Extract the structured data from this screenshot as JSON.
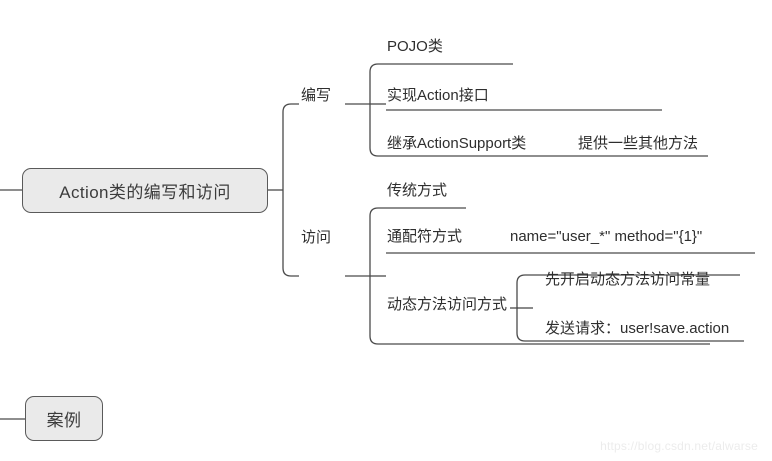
{
  "diagram": {
    "type": "mind-map",
    "root": {
      "label": "Action类的编写和访问"
    },
    "secondary_node": {
      "label": "案例"
    },
    "branches": [
      {
        "label": "编写",
        "children": [
          {
            "label": "POJO类",
            "annotation": ""
          },
          {
            "label": "实现Action接口",
            "annotation": ""
          },
          {
            "label": "继承ActionSupport类",
            "annotation": "提供一些其他方法"
          }
        ]
      },
      {
        "label": "访问",
        "children": [
          {
            "label": "传统方式",
            "annotation": ""
          },
          {
            "label": "通配符方式",
            "annotation": "name=\"user_*\" method=\"{1}\""
          },
          {
            "label": "动态方法访问方式",
            "annotation": "",
            "children": [
              {
                "label": "先开启动态方法访问常量"
              },
              {
                "label": "发送请求：user!save.action"
              }
            ]
          }
        ]
      }
    ]
  },
  "watermark": {
    "text": "https://blog.csdn.net/alwarse"
  },
  "colors": {
    "node_fill": "#eaeaea",
    "node_border": "#5a5a5a",
    "connector": "#4a4a4a",
    "text": "#2e2e2e",
    "watermark": "#ececec",
    "background": "#ffffff"
  }
}
